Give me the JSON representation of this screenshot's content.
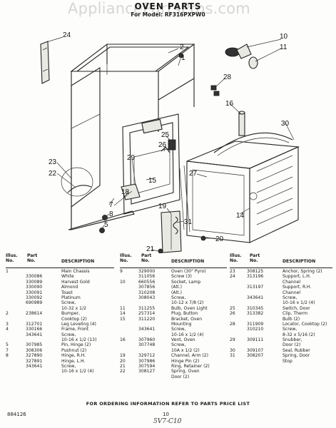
{
  "watermark": "AppliancePartsPros.com",
  "header": {
    "title": "OVEN PARTS",
    "model": "For Model: RF316PXPW0"
  },
  "diagram": {
    "callouts": [
      "24",
      "2",
      "1",
      "10",
      "11",
      "28",
      "16",
      "25",
      "30",
      "26",
      "29",
      "23",
      "22",
      "15",
      "27",
      "18",
      "14",
      "7",
      "8",
      "5",
      "19",
      "31",
      "20",
      "21"
    ]
  },
  "table": {
    "headers": {
      "illus_no": "Illus. No.",
      "part_no": "Part No.",
      "description": "DESCRIPTION"
    },
    "columns": [
      [
        {
          "illus": "1",
          "part": "",
          "desc": "Main Chassis"
        },
        {
          "illus": "",
          "part": "330086",
          "desc": "White"
        },
        {
          "illus": "",
          "part": "330089",
          "desc": "Harvest Gold"
        },
        {
          "illus": "",
          "part": "330090",
          "desc": "Almond"
        },
        {
          "illus": "",
          "part": "330091",
          "desc": "Toast"
        },
        {
          "illus": "",
          "part": "330092",
          "desc": "Platinum"
        },
        {
          "illus": "",
          "part": "690989",
          "desc": "Screw,"
        },
        {
          "illus": "",
          "part": "",
          "desc": "10-32 x 1/2"
        },
        {
          "illus": "2",
          "part": "238614",
          "desc": "Bumper,"
        },
        {
          "illus": "",
          "part": "",
          "desc": "Cooktop (2)"
        },
        {
          "illus": "3",
          "part": "312701",
          "desc": "Leg Leveling (4)"
        },
        {
          "illus": "4",
          "part": "330166",
          "desc": "Frame, Front"
        },
        {
          "illus": "",
          "part": "343641",
          "desc": "Screw,"
        },
        {
          "illus": "",
          "part": "",
          "desc": "10-16 x 1/2 (13)"
        },
        {
          "illus": "5",
          "part": "307985",
          "desc": "Pin, Hinge (2)"
        },
        {
          "illus": "7",
          "part": "308306",
          "desc": "Pushnut (2)"
        },
        {
          "illus": "8",
          "part": "327890",
          "desc": "Hinge, R.H."
        },
        {
          "illus": "",
          "part": "327891",
          "desc": "Hinge, L.H."
        },
        {
          "illus": "",
          "part": "343641",
          "desc": "Screw,"
        },
        {
          "illus": "",
          "part": "",
          "desc": "10-16 x 1/2 (4)"
        }
      ],
      [
        {
          "illus": "9",
          "part": "329000",
          "desc": "Oven (30\" Pyro)"
        },
        {
          "illus": "",
          "part": "311056",
          "desc": "Screw (3)"
        },
        {
          "illus": "10",
          "part": "660556",
          "desc": "Socket, Lamp"
        },
        {
          "illus": "",
          "part": "307856",
          "desc": "(Alt.)"
        },
        {
          "illus": "",
          "part": "310208",
          "desc": "(Alt.)"
        },
        {
          "illus": "",
          "part": "308043",
          "desc": "Screw,"
        },
        {
          "illus": "",
          "part": "",
          "desc": "10-12 x 7/8 (2)"
        },
        {
          "illus": "11",
          "part": "311255",
          "desc": "Bulb, Oven Light"
        },
        {
          "illus": "14",
          "part": "257314",
          "desc": "Plug, Button"
        },
        {
          "illus": "15",
          "part": "311220",
          "desc": "Bracket, Oven"
        },
        {
          "illus": "",
          "part": "",
          "desc": "Mounting"
        },
        {
          "illus": "",
          "part": "343641",
          "desc": "Screw,"
        },
        {
          "illus": "",
          "part": "",
          "desc": "10-16 x 1/2 (4)"
        },
        {
          "illus": "16",
          "part": "307960",
          "desc": "Vent, Oven"
        },
        {
          "illus": "",
          "part": "307748",
          "desc": "Screw,"
        },
        {
          "illus": "",
          "part": "",
          "desc": "10A x 1/2 (2)"
        },
        {
          "illus": "19",
          "part": "329712",
          "desc": "Channel, Arm (2)"
        },
        {
          "illus": "20",
          "part": "307986",
          "desc": "Hinge Pin (2)"
        },
        {
          "illus": "21",
          "part": "307594",
          "desc": "Ring, Retainer (2)"
        },
        {
          "illus": "22",
          "part": "308127",
          "desc": "Spring, Oven"
        },
        {
          "illus": "",
          "part": "",
          "desc": "Door (2)"
        }
      ],
      [
        {
          "illus": "23",
          "part": "308125",
          "desc": "Anchor, Spring (2)"
        },
        {
          "illus": "24",
          "part": "313196",
          "desc": "Support, L.H."
        },
        {
          "illus": "",
          "part": "",
          "desc": "Channel"
        },
        {
          "illus": "",
          "part": "313197",
          "desc": "Support, R.H."
        },
        {
          "illus": "",
          "part": "",
          "desc": "Channel"
        },
        {
          "illus": "",
          "part": "343641",
          "desc": "Screw,"
        },
        {
          "illus": "",
          "part": "",
          "desc": "10-16 x 1/2 (4)"
        },
        {
          "illus": "25",
          "part": "310345",
          "desc": "Switch, Door"
        },
        {
          "illus": "26",
          "part": "313382",
          "desc": "Clip, Therm"
        },
        {
          "illus": "",
          "part": "",
          "desc": "Bulb (2)"
        },
        {
          "illus": "28",
          "part": "311909",
          "desc": "Locator, Cooktop (2)"
        },
        {
          "illus": "",
          "part": "310210",
          "desc": "Screw,"
        },
        {
          "illus": "",
          "part": "",
          "desc": "8-32 x 5/16 (2)"
        },
        {
          "illus": "29",
          "part": "309111",
          "desc": "Snubber,"
        },
        {
          "illus": "",
          "part": "",
          "desc": "Door (2)"
        },
        {
          "illus": "30",
          "part": "309107",
          "desc": "Seal, Rubber"
        },
        {
          "illus": "31",
          "part": "308207",
          "desc": "Spring, Door"
        },
        {
          "illus": "",
          "part": "",
          "desc": "Stop"
        }
      ]
    ]
  },
  "footer": {
    "note": "FOR ORDERING INFORMATION REFER TO PARTS PRICE LIST",
    "doc_number": "884126",
    "page_number": "10",
    "handwritten": "5V7-C10"
  }
}
